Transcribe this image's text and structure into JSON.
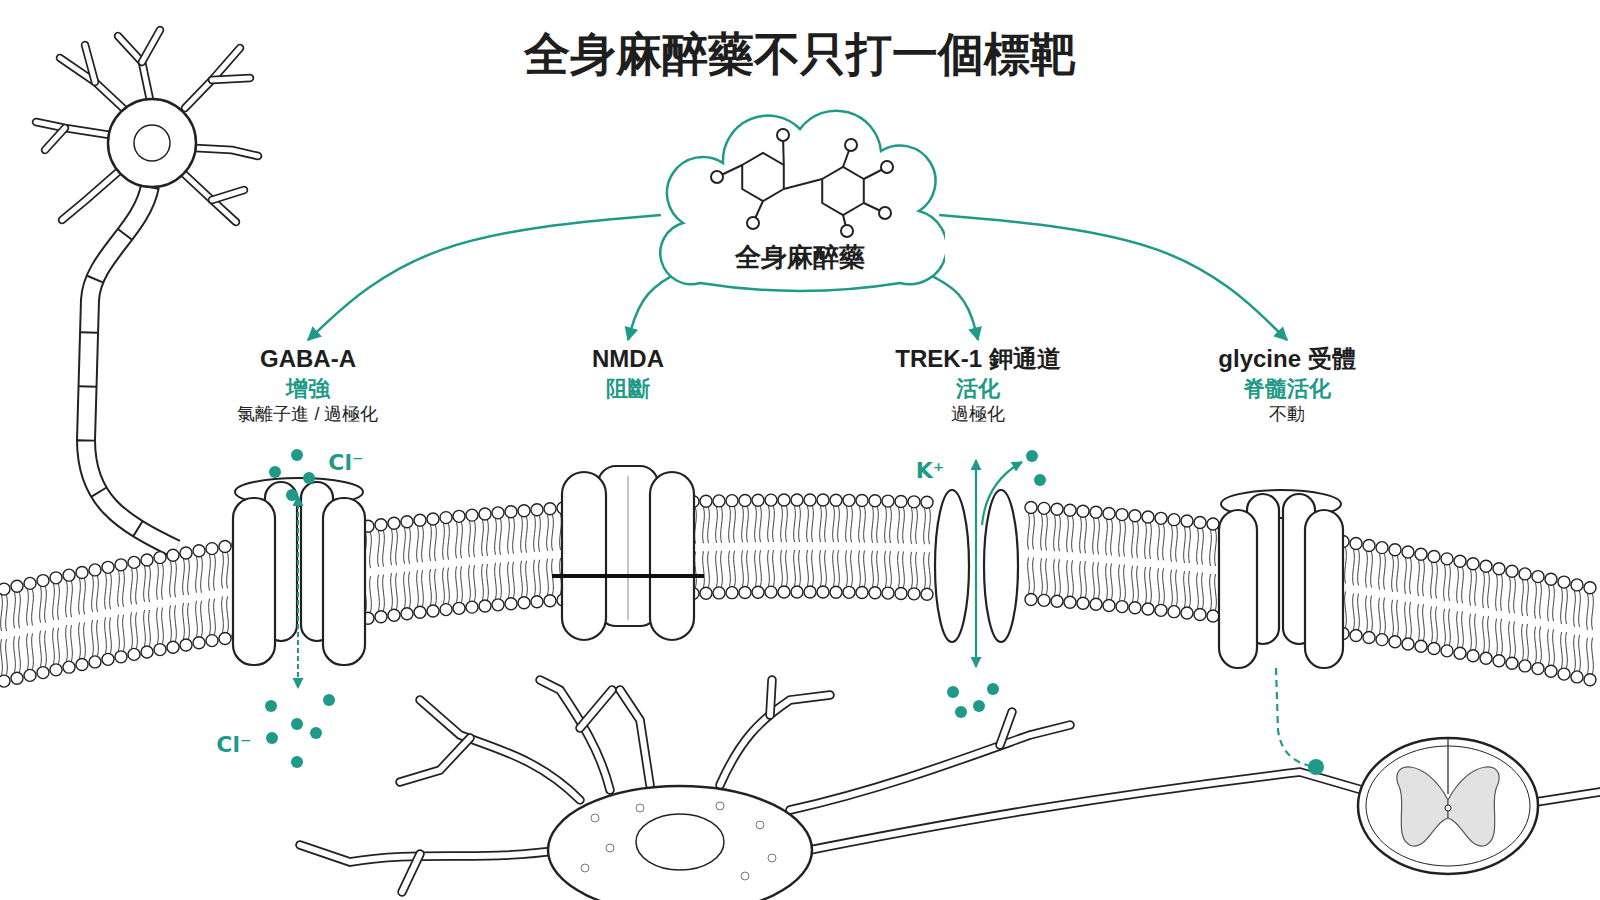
{
  "diagram": {
    "title": "全身麻醉藥不只打一個標靶",
    "nodes": [
      {
        "text": [
          "全身麻醉藥"
        ]
      },
      {
        "text": [
          "GABA-A",
          "增強",
          "氯離子進 / 過極化"
        ]
      },
      {
        "text": [
          "NMDA",
          "阻斷"
        ]
      },
      {
        "text": [
          "TREK-1 鉀通道",
          "活化",
          "過極化"
        ]
      },
      {
        "text": [
          "glycine 受體",
          "脊髓活化",
          "不動"
        ]
      }
    ],
    "edges": [
      {
        "from": 0,
        "to": 1,
        "arrow": "to"
      },
      {
        "from": 0,
        "to": 2,
        "arrow": "to"
      },
      {
        "from": 0,
        "to": 3,
        "arrow": "to"
      },
      {
        "from": 0,
        "to": 4,
        "arrow": "to"
      }
    ],
    "labels": [
      "Cl⁻",
      "K⁺",
      "Cl⁻"
    ]
  }
}
